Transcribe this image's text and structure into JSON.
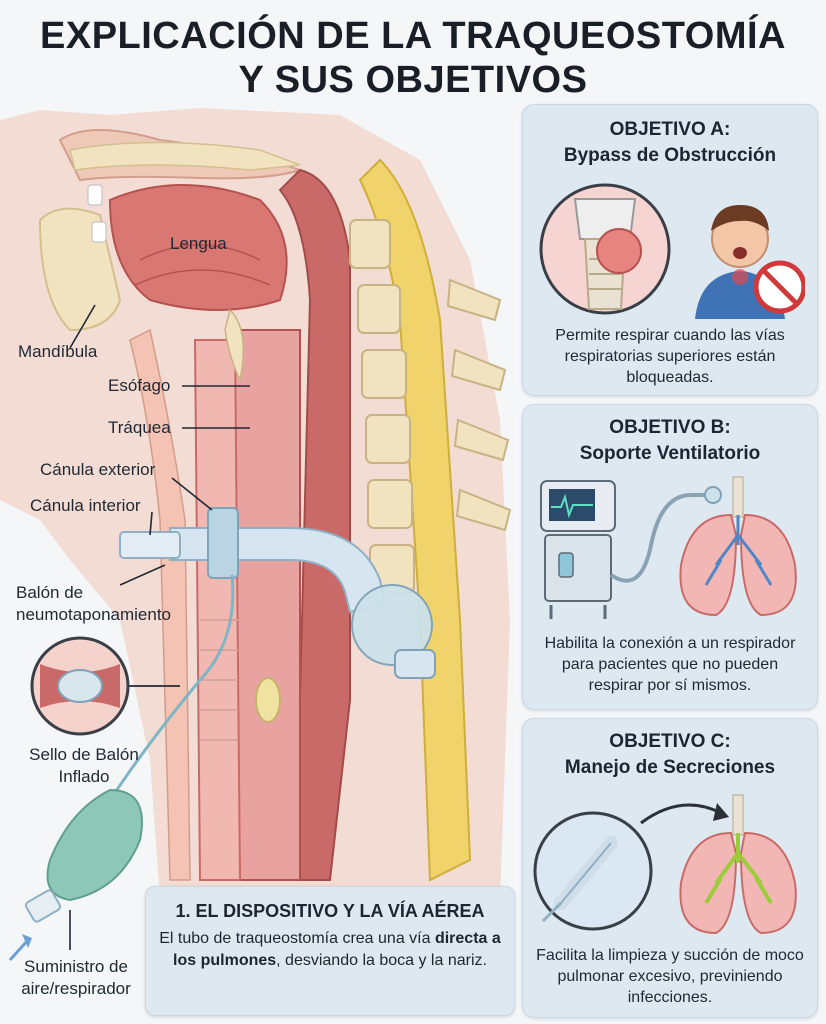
{
  "title": {
    "line1": "EXPLICACIÓN DE LA TRAQUEOSTOMÍA",
    "line2": "Y SUS OBJETIVOS"
  },
  "anatomy": {
    "labels": {
      "lengua": "Lengua",
      "mandibula": "Mandíbula",
      "esofago": "Esófago",
      "traquea": "Tráquea",
      "canula_exterior": "Cánula exterior",
      "canula_interior": "Cánula interior",
      "balon_line1": "Balón de",
      "balon_line2": "neumotaponamiento",
      "sello_line1": "Sello de Balón",
      "sello_line2": "Inflado",
      "suministro_line1": "Suministro de",
      "suministro_line2": "aire/respirador"
    }
  },
  "device_box": {
    "heading": "1. EL DISPOSITIVO Y LA VÍA AÉREA",
    "text_before": "El tubo de traqueostomía crea una vía",
    "text_bold": "directa a los pulmones",
    "text_after": ", desviando la boca y la nariz."
  },
  "objectives": [
    {
      "heading1": "OBJETIVO A:",
      "heading2": "Bypass de Obstrucción",
      "text": "Permite respirar cuando las vías respiratorias superiores están bloqueadas."
    },
    {
      "heading1": "OBJETIVO B:",
      "heading2": "Soporte Ventilatorio",
      "text": "Habilita la conexión a un respirador para pacientes que no pueden respirar por sí mismos."
    },
    {
      "heading1": "OBJETIVO C:",
      "heading2": "Manejo de Secreciones",
      "text": "Facilita la limpieza y succión de moco pulmonar excesivo, previniendo infecciones."
    }
  ],
  "colors": {
    "card_bg": "#dde8f1",
    "tissue": "#e8a3a0",
    "muscle": "#c96a68",
    "bone": "#f1e3c0",
    "tube": "#c9dbe6",
    "cuff": "#7fb5c4"
  },
  "icons": [
    "throat-obstruction-icon",
    "choking-person-icon",
    "no-entry-icon",
    "ventilator-icon",
    "lungs-icon",
    "suction-catheter-icon",
    "arrow-icon"
  ]
}
